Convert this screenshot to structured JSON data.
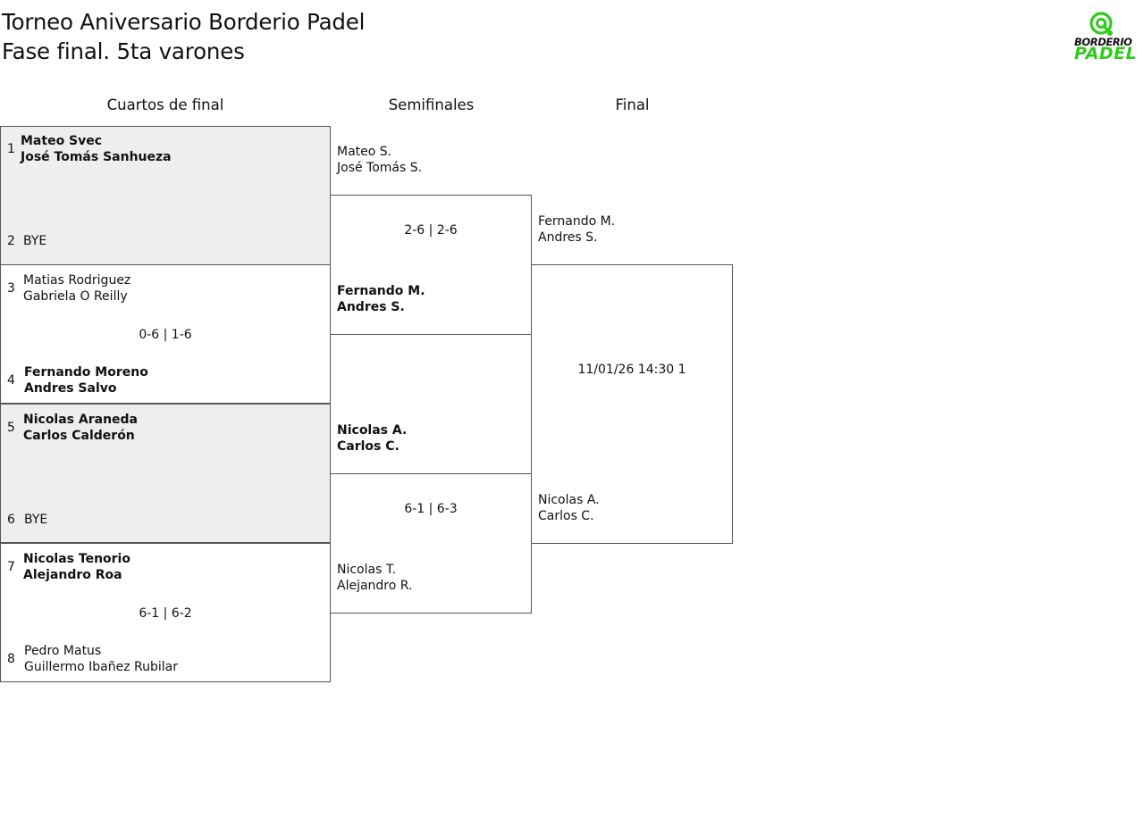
{
  "header": {
    "title_line1": "Torneo Aniversario Borderio Padel",
    "title_line2": "Fase final. 5ta varones",
    "logo_text_top": "BORDERIO",
    "logo_text_bottom": "PADEL",
    "logo_color": "#2ecc1a"
  },
  "rounds": {
    "quarterfinals": "Cuartos de final",
    "semifinals": "Semifinales",
    "final": "Final"
  },
  "quarterfinals": [
    {
      "top": {
        "seed": "1",
        "p1": "Mateo Svec",
        "p2": "José Tomás Sanhueza",
        "winner": true
      },
      "bottom": {
        "seed": "2",
        "p1": "BYE",
        "p2": "",
        "winner": false
      },
      "score": ""
    },
    {
      "top": {
        "seed": "3",
        "p1": "Matias Rodriguez",
        "p2": "Gabriela O Reilly",
        "winner": false
      },
      "bottom": {
        "seed": "4",
        "p1": "Fernando Moreno",
        "p2": "Andres Salvo",
        "winner": true
      },
      "score": "0-6 | 1-6"
    },
    {
      "top": {
        "seed": "5",
        "p1": "Nicolas Araneda",
        "p2": "Carlos Calderón",
        "winner": true
      },
      "bottom": {
        "seed": "6",
        "p1": "BYE",
        "p2": "",
        "winner": false
      },
      "score": ""
    },
    {
      "top": {
        "seed": "7",
        "p1": "Nicolas Tenorio",
        "p2": "Alejandro Roa",
        "winner": true
      },
      "bottom": {
        "seed": "8",
        "p1": "Pedro Matus",
        "p2": "Guillermo Ibañez Rubilar",
        "winner": false
      },
      "score": "6-1 | 6-2"
    }
  ],
  "semifinals": [
    {
      "top": {
        "p1": "Mateo S.",
        "p2": "José Tomás S."
      },
      "bottom": {
        "p1": "Fernando M.",
        "p2": "Andres S."
      },
      "score": "2-6 | 2-6"
    },
    {
      "top": {
        "p1": "Nicolas A.",
        "p2": "Carlos C."
      },
      "bottom": {
        "p1": "Nicolas T.",
        "p2": "Alejandro R."
      },
      "score": "6-1 | 6-3"
    }
  ],
  "final": {
    "top": {
      "p1": "Fernando M.",
      "p2": "Andres S."
    },
    "bottom": {
      "p1": "Nicolas A.",
      "p2": "Carlos C."
    },
    "info": "11/01/26 14:30 1"
  }
}
